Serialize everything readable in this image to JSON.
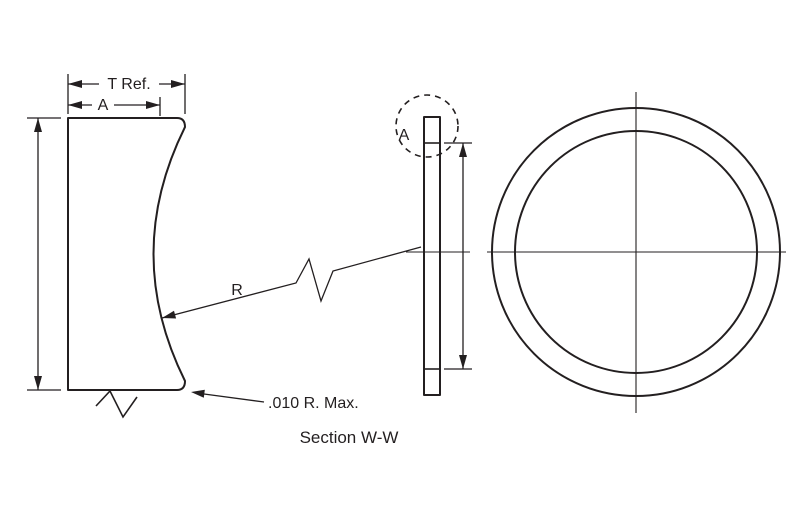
{
  "drawing": {
    "labels": {
      "t_ref": "T Ref.",
      "a_dim": "A",
      "radius": "R",
      "corner_radius": ".010 R. Max.",
      "caption": "Section W-W",
      "detail": "A"
    },
    "colors": {
      "line": "#231f20",
      "background": "#ffffff"
    }
  }
}
